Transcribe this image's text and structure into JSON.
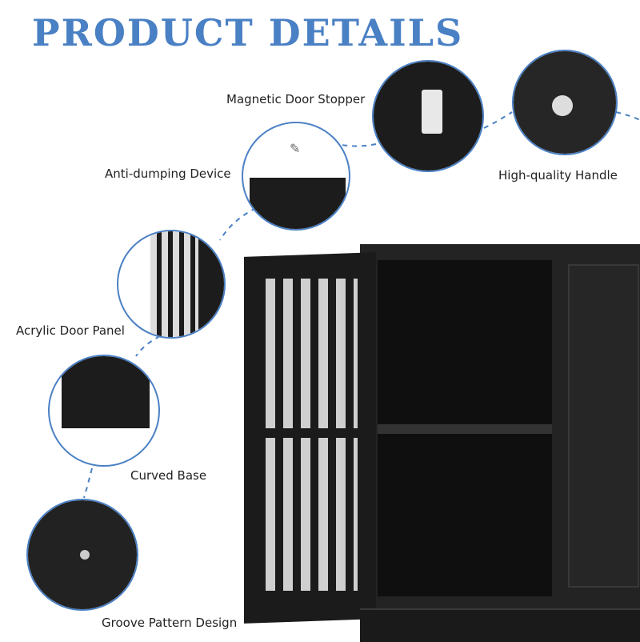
{
  "title": "PRODUCT DETAILS",
  "accent_color": "#4a80c4",
  "features": [
    {
      "label": "Magnetic Door Stopper",
      "icon": "magnet-stopper"
    },
    {
      "label": "High-quality Handle",
      "icon": "knob-handle"
    },
    {
      "label": "Anti-dumping Device",
      "icon": "screw"
    },
    {
      "label": "Acrylic Door Panel",
      "icon": "acrylic-panel"
    },
    {
      "label": "Curved Base",
      "icon": "curved-base"
    },
    {
      "label": "Groove Pattern Design",
      "icon": "drawer-groove"
    }
  ]
}
